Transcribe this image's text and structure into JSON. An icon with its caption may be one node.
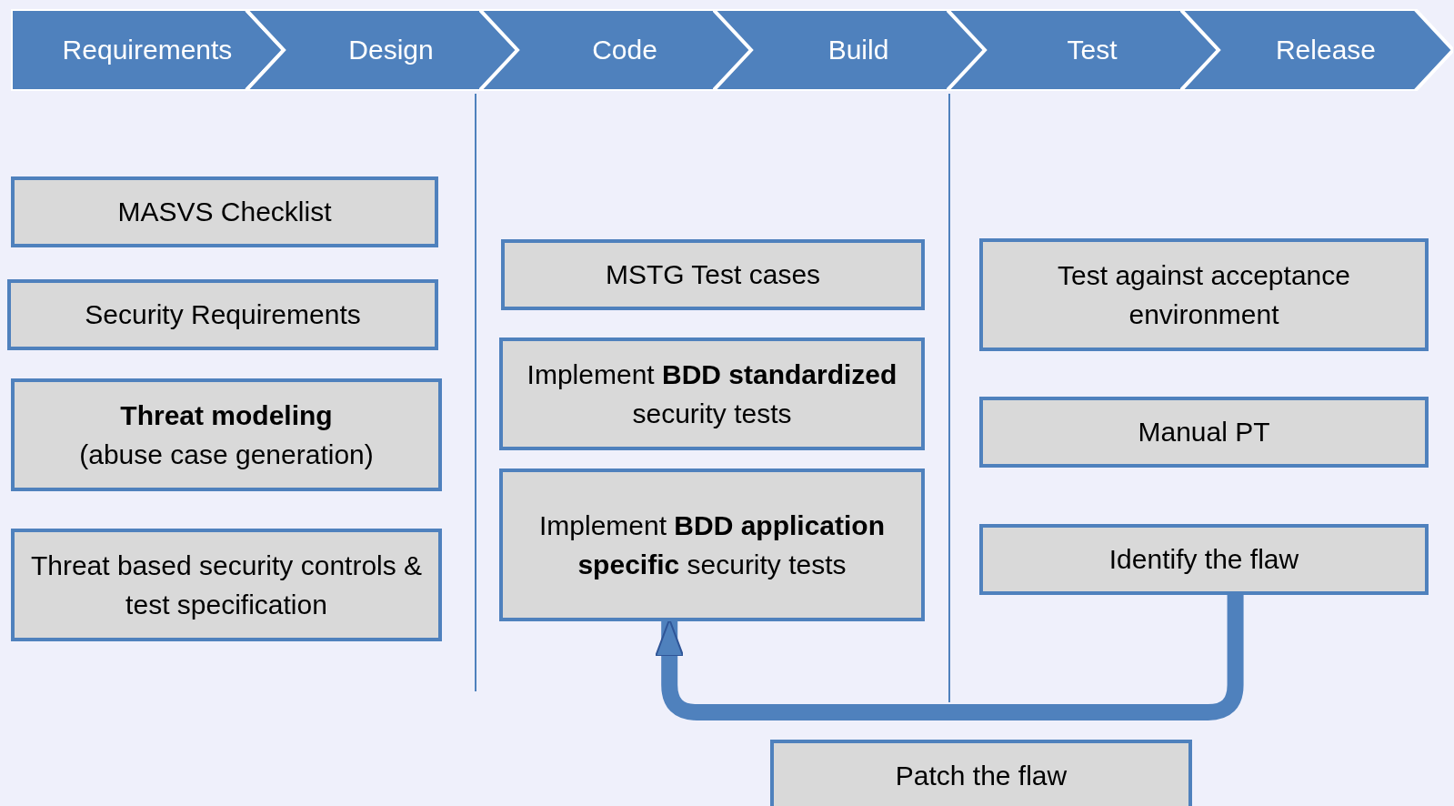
{
  "diagram": {
    "nodes": [
      {
        "text": [
          "Requirements"
        ]
      },
      {
        "text": [
          "Design"
        ]
      },
      {
        "text": [
          "Code"
        ]
      },
      {
        "text": [
          "Build"
        ]
      },
      {
        "text": [
          "Test"
        ]
      },
      {
        "text": [
          "Release"
        ]
      },
      {
        "text": [
          "MASVS Checklist"
        ]
      },
      {
        "text": [
          "Security Requirements"
        ]
      },
      {
        "text": [
          "Threat modeling",
          "(abuse case generation)"
        ]
      },
      {
        "text": [
          "Threat based security controls & test specification"
        ]
      },
      {
        "text": [
          "MSTG Test cases"
        ]
      },
      {
        "text": [
          "Implement **BDD standardized** security tests"
        ]
      },
      {
        "text": [
          "Implement **BDD application specific** security tests"
        ]
      },
      {
        "text": [
          "Test against acceptance environment"
        ]
      },
      {
        "text": [
          "Manual PT"
        ]
      },
      {
        "text": [
          "Identify the flaw"
        ]
      },
      {
        "text": [
          "Patch the flaw"
        ]
      }
    ],
    "edges": [
      {
        "from": 15,
        "to": 12,
        "arrow": "to"
      }
    ]
  }
}
